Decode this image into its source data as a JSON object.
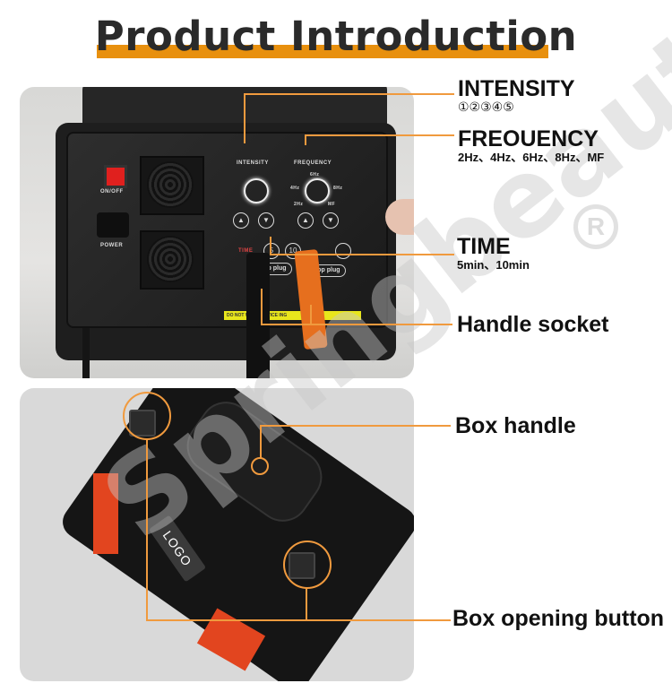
{
  "header": {
    "title": "Product Introduction",
    "accent_color": "#e8900e"
  },
  "top_photo": {
    "panel_labels": {
      "power": "POWER",
      "on_off": "ON/OFF",
      "intensity": "INTENSITY",
      "frequency": "FREQUENCY",
      "time": "TIME",
      "time_5": "5",
      "time_10": "10",
      "loop_plug_1": "loop plug",
      "loop_plug_2": "loop plug",
      "freq_6hz": "6Hz",
      "freq_4hz": "4Hz",
      "freq_8hz": "8Hz",
      "freq_2hz": "2Hz",
      "freq_mf": "MF",
      "warning": "DO NOT        WHILE DEVICE        ING",
      "up_arrow": "▲",
      "down_arrow": "▼"
    }
  },
  "bottom_photo": {
    "logo_plate": "LOGO"
  },
  "callouts": {
    "intensity": {
      "title": "INTENSITY",
      "detail": "①②③④⑤"
    },
    "frequency": {
      "title": "FREOUENCY",
      "detail": "2Hz、4Hz、6Hz、8Hz、MF"
    },
    "time": {
      "title": "TIME",
      "detail": "5min、10min"
    },
    "handle_socket": {
      "title": "Handle socket"
    },
    "box_handle": {
      "title": "Box handle"
    },
    "box_opening_button": {
      "title": "Box opening button"
    }
  },
  "watermark": {
    "text": "Springbeauty",
    "registered_mark": "R"
  },
  "colors": {
    "callout_line": "#f09a3e",
    "case_red": "#e2451f",
    "plug_orange": "#e66f1e"
  }
}
